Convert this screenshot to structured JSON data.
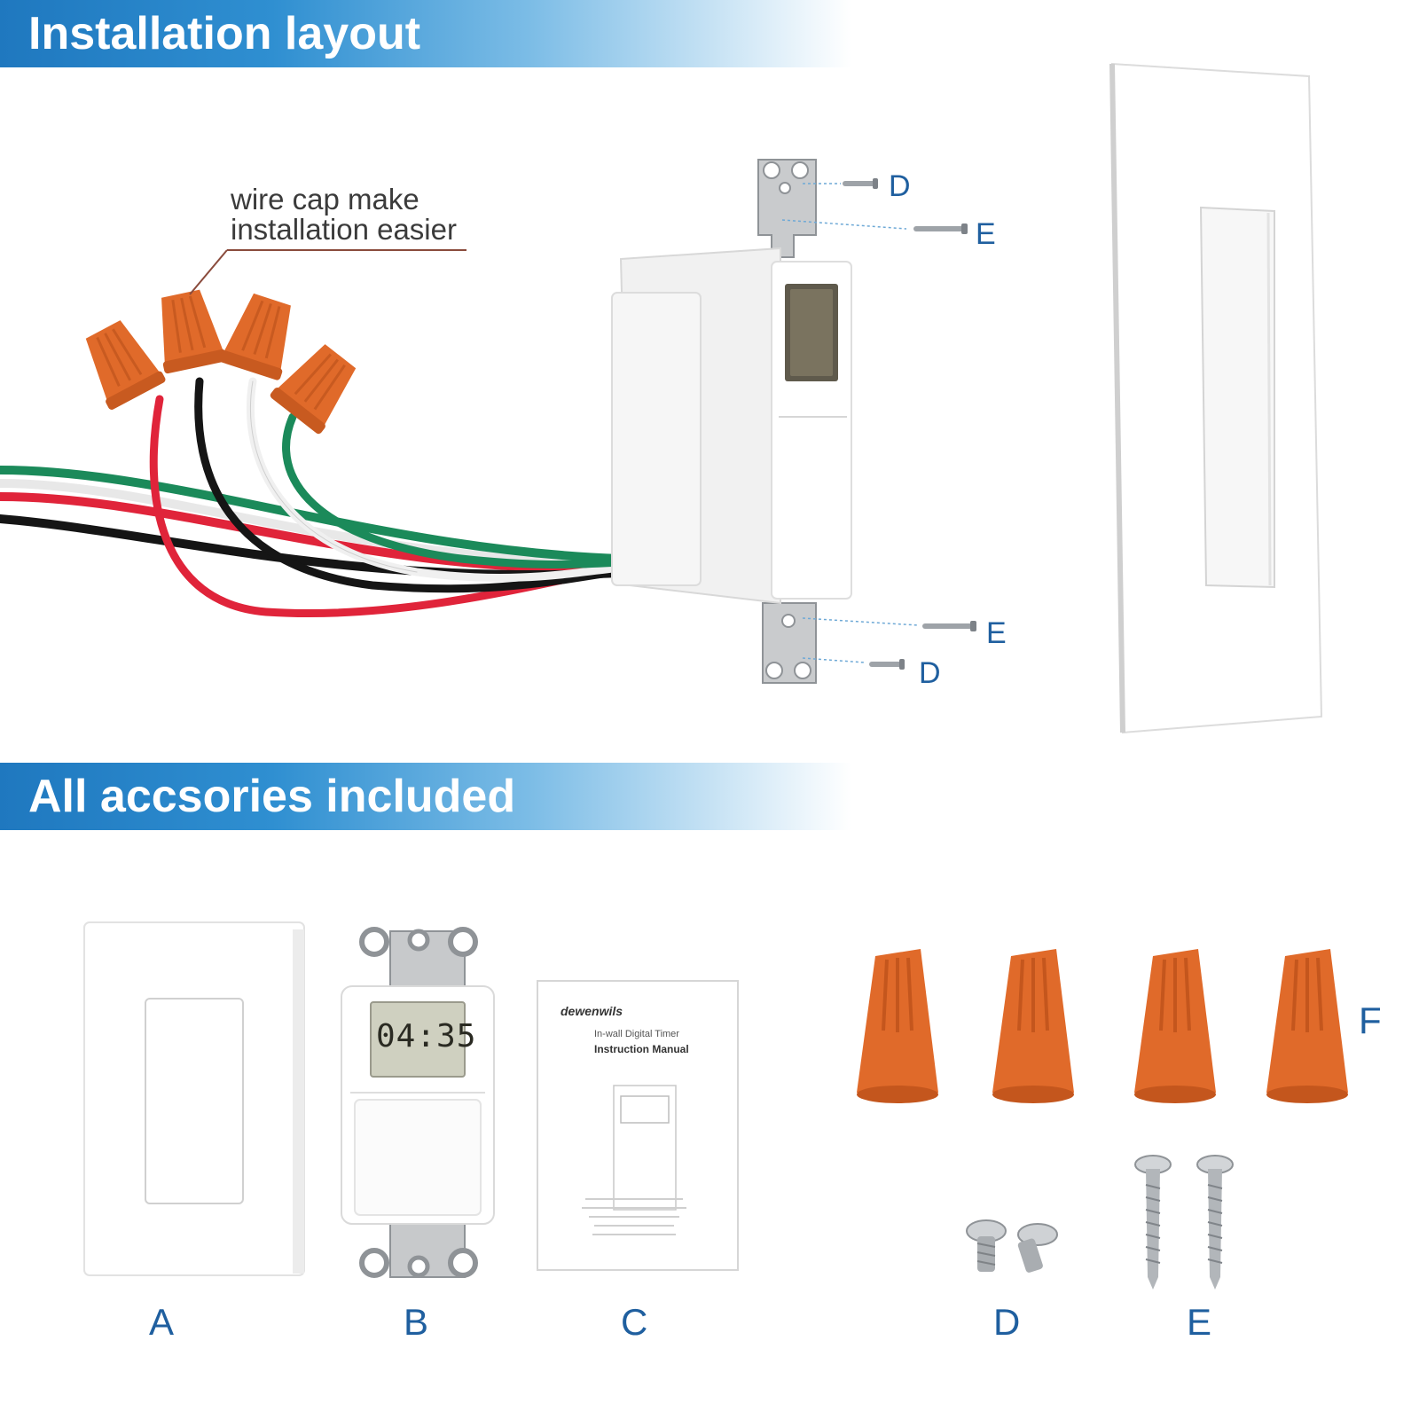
{
  "header_top": {
    "title": "Installation layout"
  },
  "callout": {
    "line1": "wire cap make",
    "line2": "installation easier"
  },
  "top_labels": {
    "d_top": "D",
    "e_top": "E",
    "e_bottom": "E",
    "d_bottom": "D"
  },
  "header_bottom": {
    "title": "All accsories included"
  },
  "manual": {
    "brand": "dewenwils",
    "title": "In-wall Digital Timer",
    "subtitle": "Instruction Manual"
  },
  "timer_display": "04:35",
  "accessories": [
    {
      "label": "A"
    },
    {
      "label": "B"
    },
    {
      "label": "C"
    },
    {
      "label": "D"
    },
    {
      "label": "E"
    },
    {
      "label": "F"
    }
  ],
  "colors": {
    "banner_blue": "#1f78bf",
    "label_blue": "#1f5f9f",
    "wire_cap_orange": "#e06a2a",
    "wire_red": "#e0243a",
    "wire_black": "#151515",
    "wire_white": "#f4f4f4",
    "wire_green": "#1b8a5a"
  }
}
